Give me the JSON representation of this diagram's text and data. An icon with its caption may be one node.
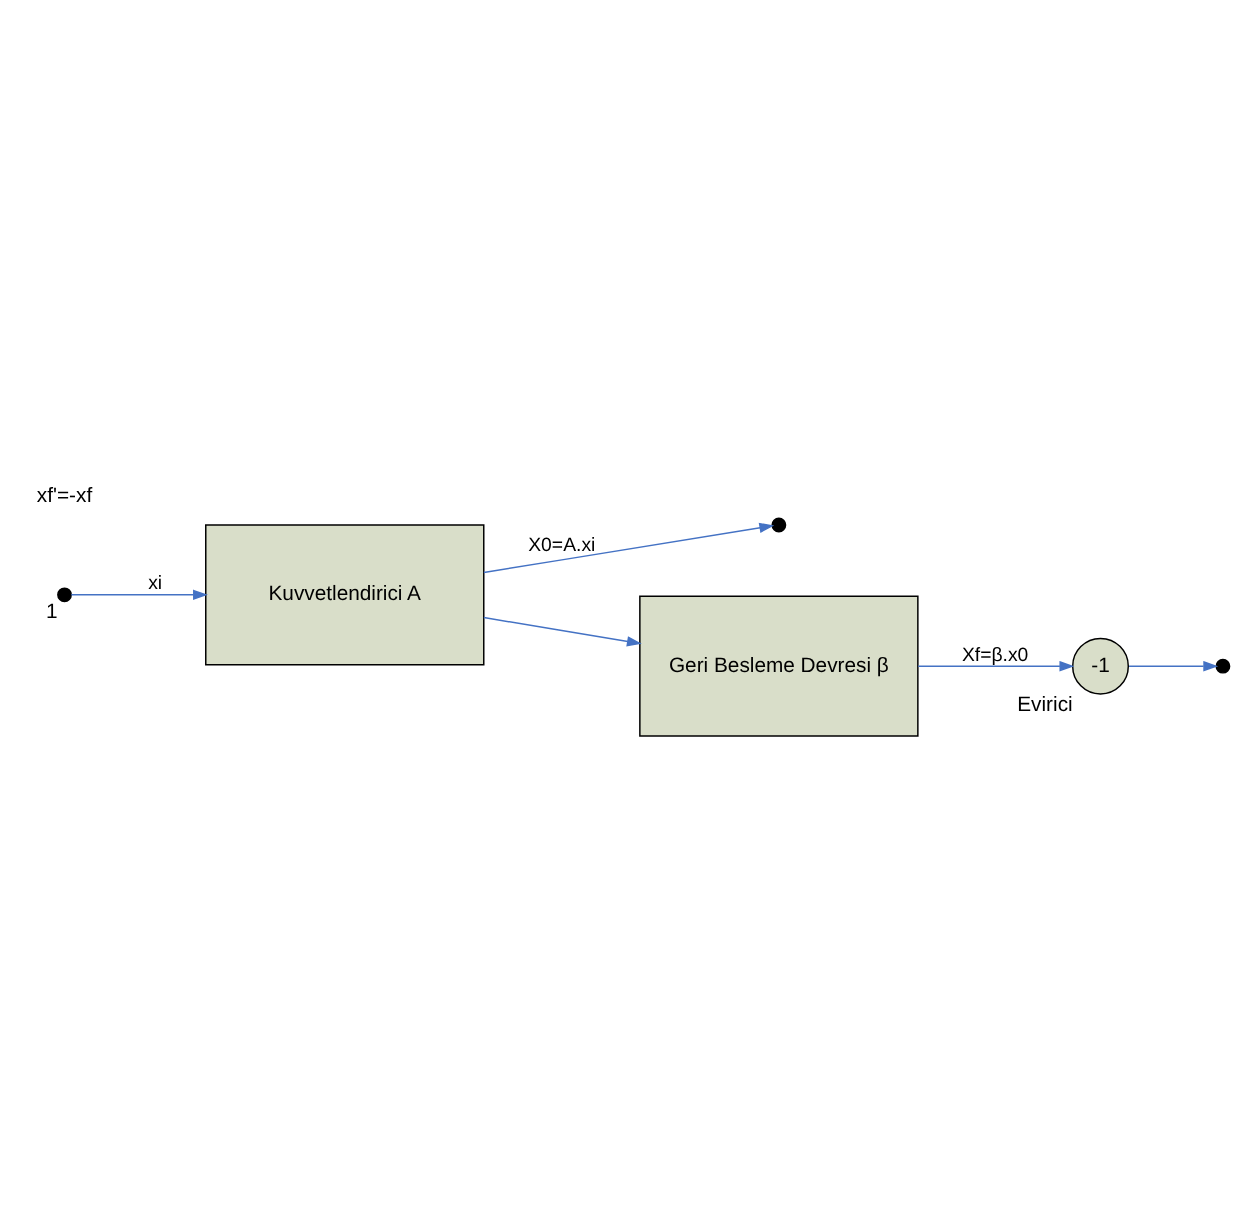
{
  "diagram": {
    "nodes": [
      {
        "text": [],
        "shape": "circle",
        "beside": [
          "1"
        ]
      },
      {
        "text": [
          "Kuvvetlendirici A"
        ]
      },
      {
        "text": [],
        "shape": "circle"
      },
      {
        "text": [
          "Geri Besleme Devresi β"
        ]
      },
      {
        "text": [
          "-1"
        ],
        "beside": [
          "Evirici"
        ]
      },
      {
        "text": [],
        "shape": "circle"
      }
    ],
    "edges": [
      {
        "from": 0,
        "to": 1,
        "arrow": "to",
        "label": "xi"
      },
      {
        "from": 1,
        "to": 2,
        "arrow": "to",
        "label": "X0=A.xi"
      },
      {
        "from": 1,
        "to": 3,
        "arrow": "to"
      },
      {
        "from": 3,
        "to": 4,
        "arrow": "to",
        "label": "Xf=β.x0"
      },
      {
        "from": 4,
        "to": 5,
        "arrow": "to"
      }
    ],
    "labels": [
      "xf'=-xf"
    ]
  }
}
